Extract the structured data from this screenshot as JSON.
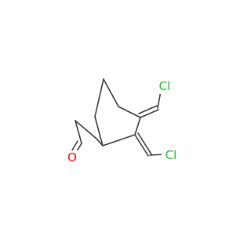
{
  "molecule": {
    "atoms": {
      "oxygen": "O",
      "chlorine_upper": "Cl",
      "chlorine_lower": "Cl"
    },
    "colors": {
      "bond": "#3a3a3a",
      "oxygen": "#ff0000",
      "chlorine": "#1fbf1f"
    }
  }
}
